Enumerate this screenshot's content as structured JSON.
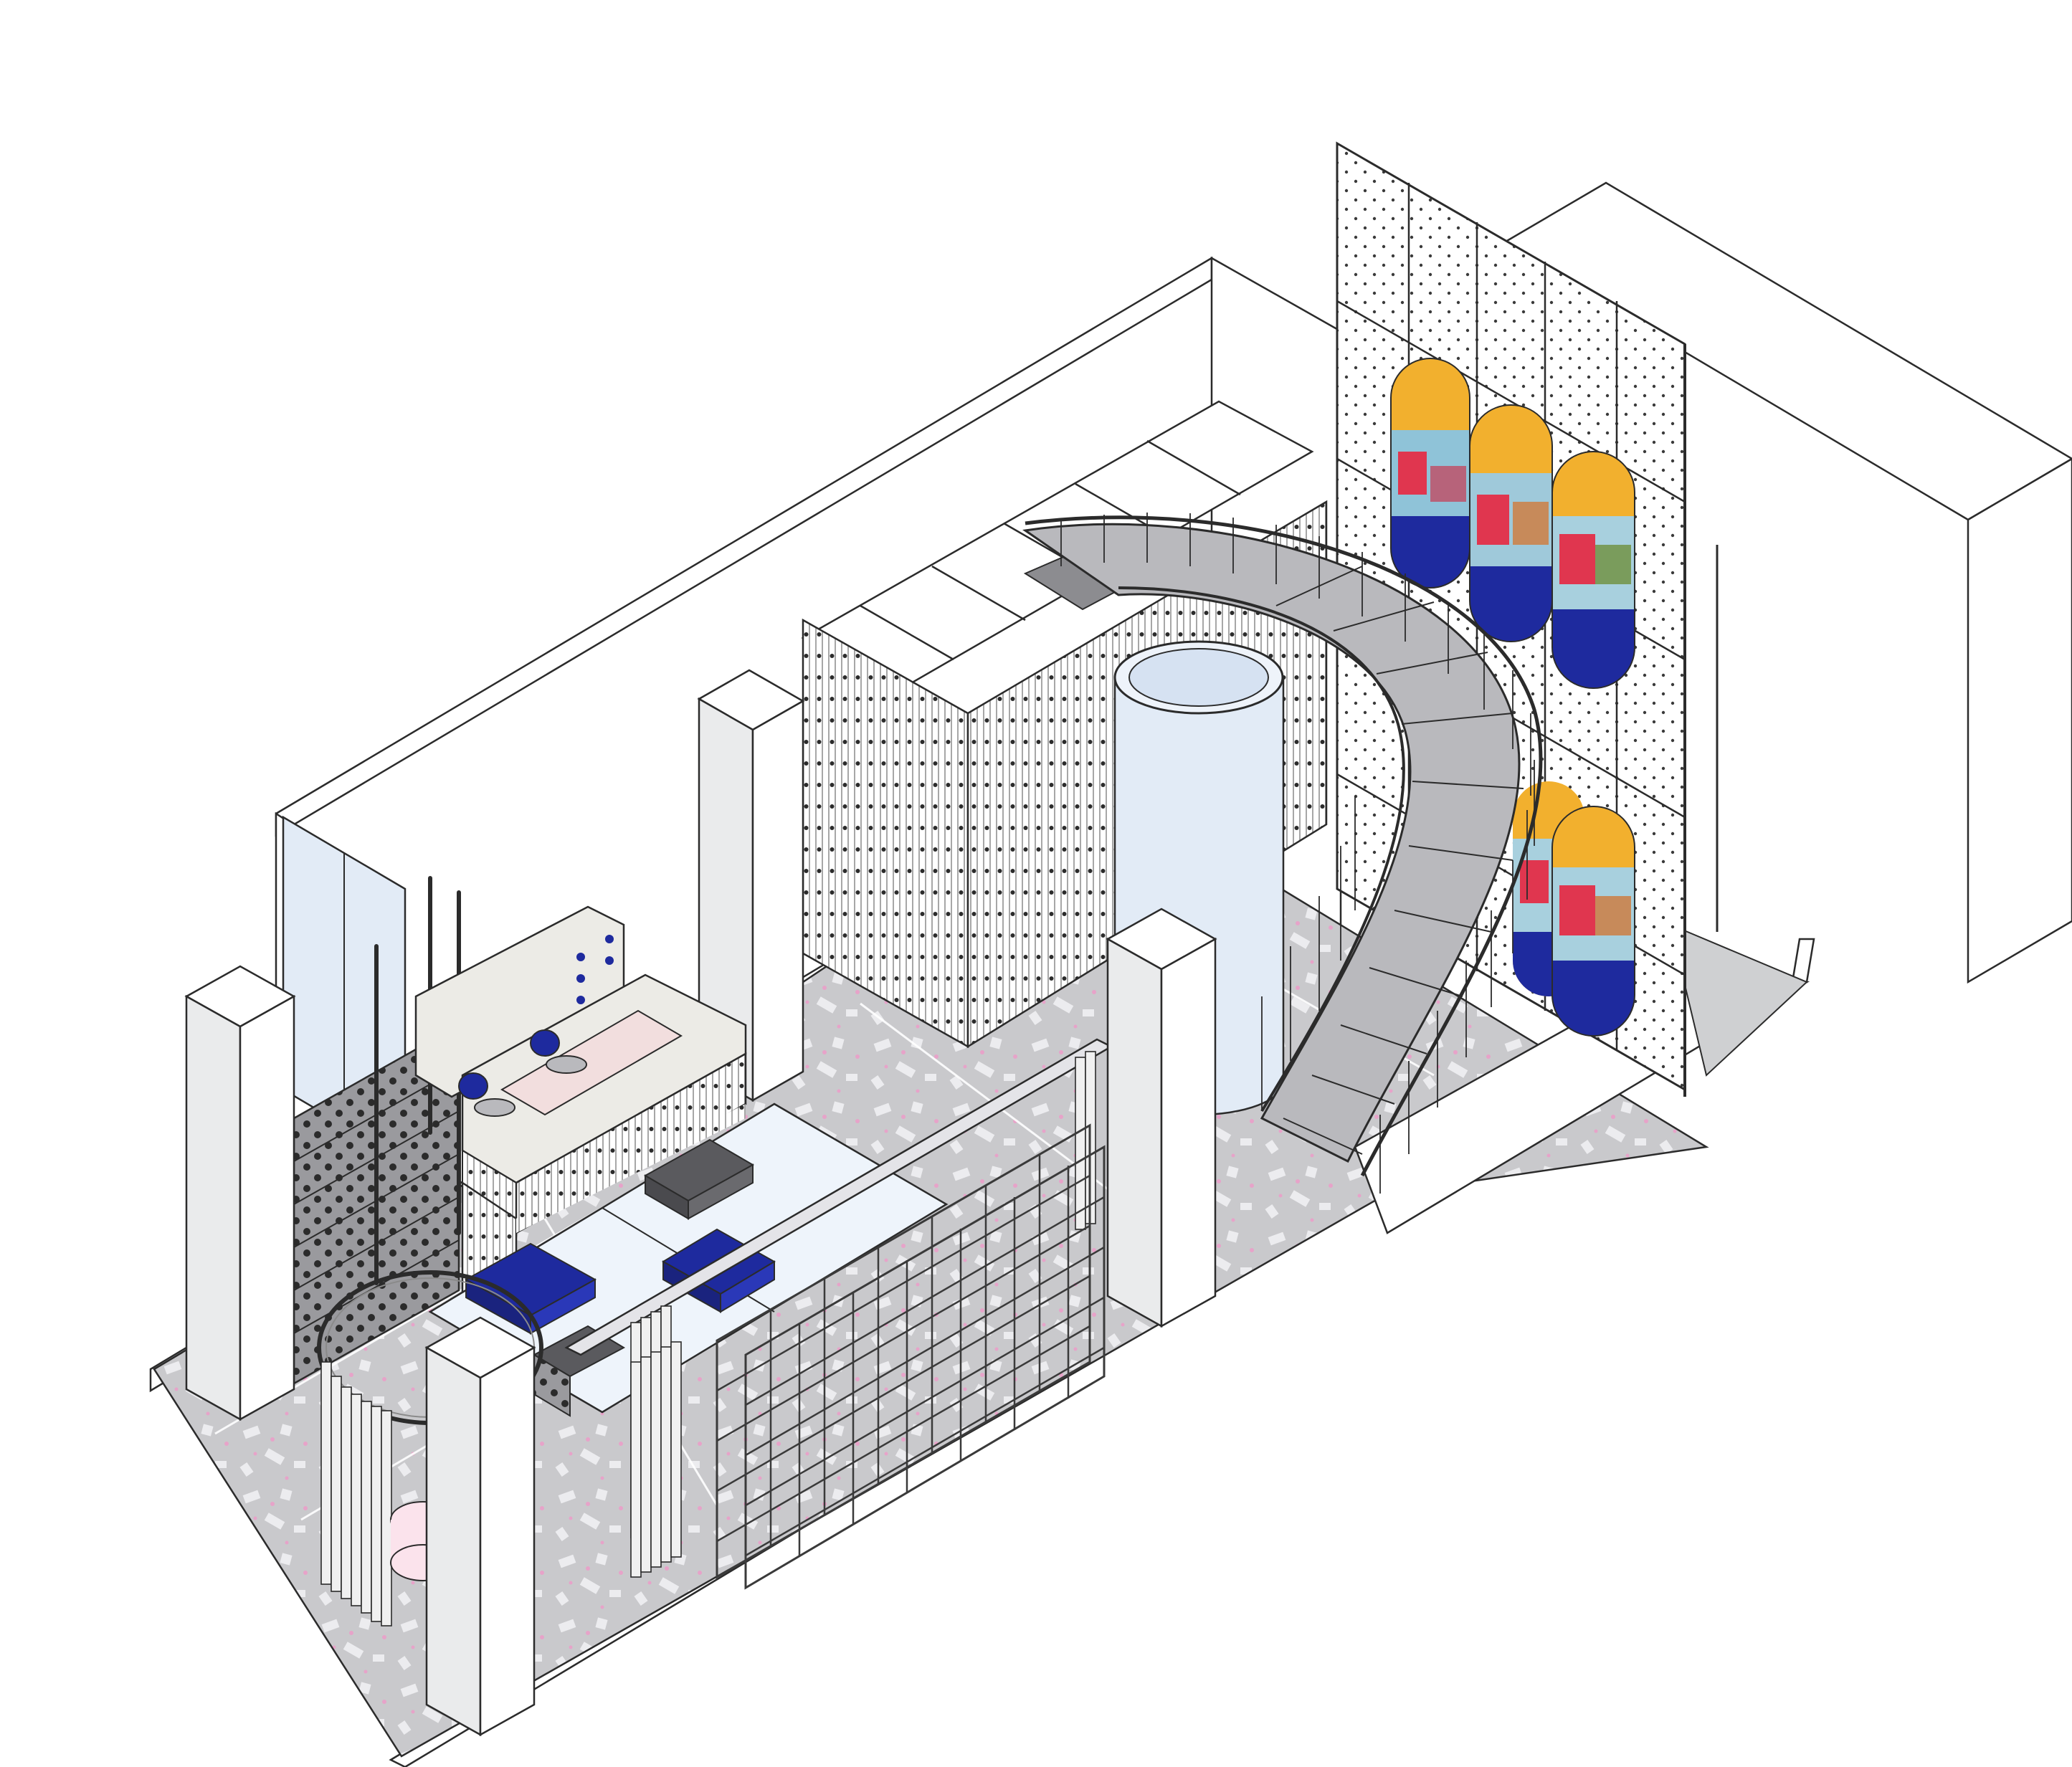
{
  "diagram": {
    "kind": "isometric architectural interior drawing",
    "elements": [
      "room-shell",
      "terrazzo-floor",
      "perforated-facade-screen",
      "arched-art-panels",
      "spiral-staircase",
      "cylindrical-column",
      "rod-partition-wall",
      "reception-desk",
      "grid-shelving-unit",
      "ring-curtain-rail",
      "wardrobe-display-panels",
      "square-pillars",
      "stacked-bench-blocks",
      "vertical-support-rods",
      "upper-mezzanine-block"
    ]
  },
  "colors": {
    "line": "#2b2b2b",
    "floor": "#c9c9cc",
    "floor_chip": "#ececef",
    "floor_dot": "#e7a3c9",
    "wall": "#ffffff",
    "pillar_front": "#eaebec",
    "pillar_side": "#ffffff",
    "glass": "#e2ebf6",
    "accent_blue": "#1e2a9e",
    "accent_yellow": "#f2b02e",
    "accent_red": "#e0364f",
    "dark_grey": "#5a5a5e",
    "stair": "#b9b9bd"
  }
}
